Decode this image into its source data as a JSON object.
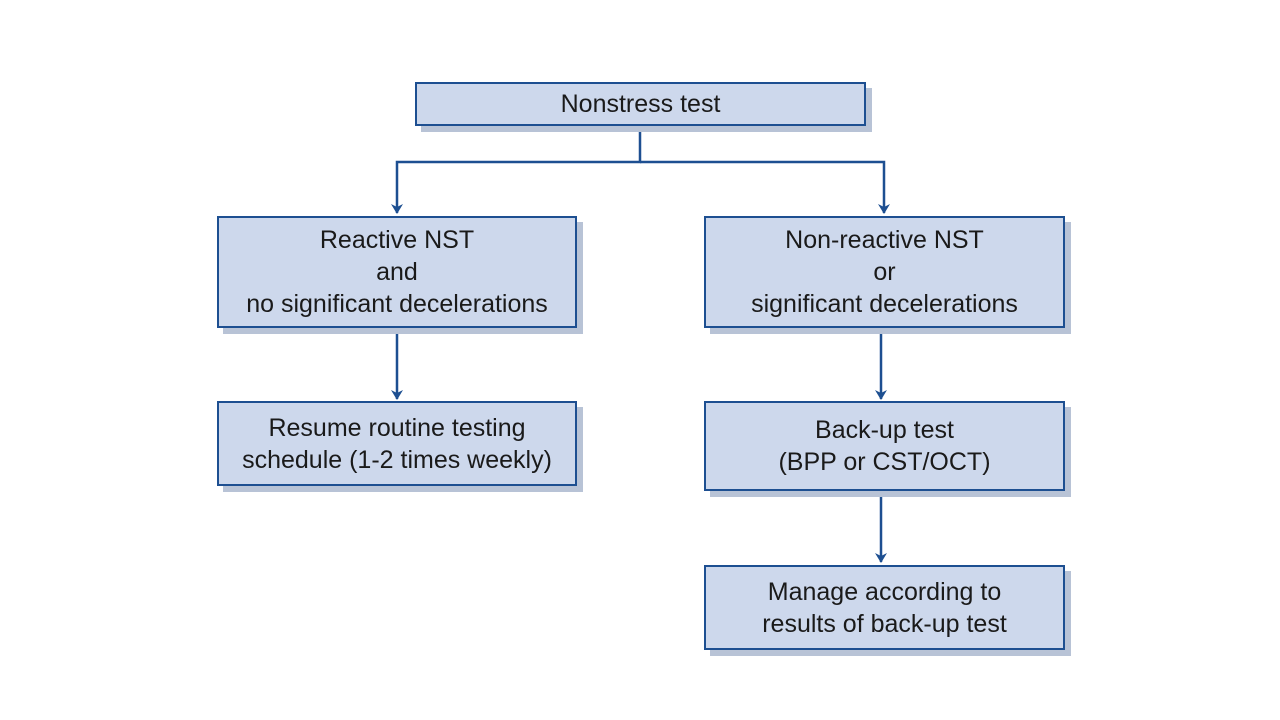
{
  "colors": {
    "box_fill": "#cdd8ec",
    "box_border": "#1d4f91",
    "box_shadow": "#b8c3d6",
    "connector": "#1d4f91",
    "text": "#1a1a1a",
    "background": "#ffffff"
  },
  "nodes": {
    "nonstress_test": {
      "lines": [
        "Nonstress test"
      ]
    },
    "reactive_nst": {
      "lines": [
        "Reactive NST",
        "and",
        "no significant decelerations"
      ]
    },
    "nonreactive_nst": {
      "lines": [
        "Non-reactive NST",
        "or",
        "significant decelerations"
      ]
    },
    "resume_routine": {
      "lines": [
        "Resume routine testing",
        "schedule (1-2 times weekly)"
      ]
    },
    "backup_test": {
      "lines": [
        "Back-up test",
        "(BPP or CST/OCT)"
      ]
    },
    "manage_results": {
      "lines": [
        "Manage according to",
        "results of back-up test"
      ]
    }
  },
  "edges": [
    {
      "from": "nonstress_test",
      "to": "reactive_nst"
    },
    {
      "from": "nonstress_test",
      "to": "nonreactive_nst"
    },
    {
      "from": "reactive_nst",
      "to": "resume_routine"
    },
    {
      "from": "nonreactive_nst",
      "to": "backup_test"
    },
    {
      "from": "backup_test",
      "to": "manage_results"
    }
  ]
}
